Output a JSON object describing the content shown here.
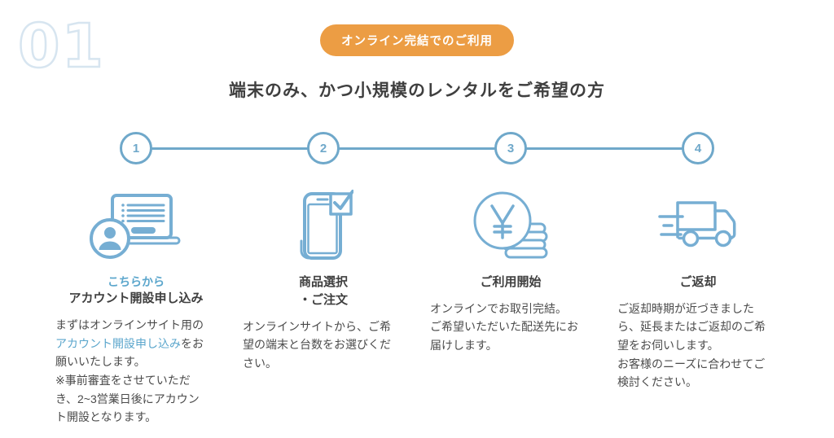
{
  "page": {
    "section_number": "01",
    "badge": "オンライン完結でのご利用",
    "heading": "端末のみ、かつ小規模のレンタルをご希望の方"
  },
  "colors": {
    "accent_orange": "#EC9D44",
    "step_blue": "#6FA8CA",
    "icon_blue": "#76AED3",
    "link_blue": "#5BA6CC",
    "heading_dark": "#3F3F3F",
    "body_text": "#4B4B4B",
    "outline_light": "#D7E5F0"
  },
  "steps": [
    {
      "number": "1",
      "icon": "laptop-account-icon",
      "title_link": "こちらから",
      "title": "アカウント開設申し込み",
      "body_before": "まずはオンラインサイト用の\n",
      "body_link": "アカウント開設申し込み",
      "body_after": "をお\n願いいたします。\n※事前審査をさせていただ\nき、2~3営業日後にアカウン\nト開設となります。"
    },
    {
      "number": "2",
      "icon": "smartphone-check-icon",
      "title": "商品選択\n・ご注文",
      "body": "オンラインサイトから、ご希\n望の端末と台数をお選びくだ\nさい。"
    },
    {
      "number": "3",
      "icon": "yen-coins-icon",
      "title": "ご利用開始",
      "body": "オンラインでお取引完結。\nご希望いただいた配送先にお\n届けします。"
    },
    {
      "number": "4",
      "icon": "delivery-truck-icon",
      "title": "ご返却",
      "body": "ご返却時期が近づきました\nら、延長またはご返却のご希\n望をお伺いします。\nお客様のニーズに合わせてご\n検討ください。"
    }
  ]
}
